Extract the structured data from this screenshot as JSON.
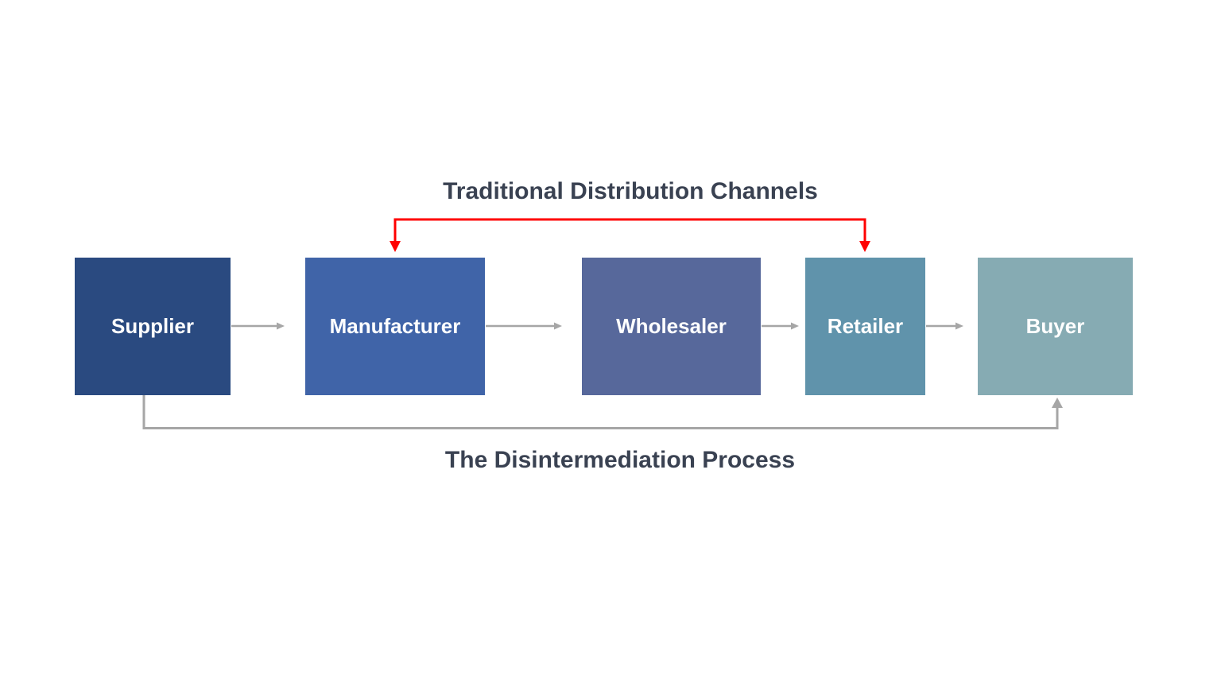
{
  "titles": {
    "traditional": "Traditional Distribution Channels",
    "disintermediation": "The Disintermediation Process"
  },
  "nodes": [
    {
      "id": "supplier",
      "label": "Supplier",
      "fill": "#2A4A80"
    },
    {
      "id": "manufacturer",
      "label": "Manufacturer",
      "fill": "#4064A8"
    },
    {
      "id": "wholesaler",
      "label": "Wholesaler",
      "fill": "#57689B"
    },
    {
      "id": "retailer",
      "label": "Retailer",
      "fill": "#6093AB"
    },
    {
      "id": "buyer",
      "label": "Buyer",
      "fill": "#86ABB3"
    }
  ],
  "colors": {
    "background": "#FFFFFF",
    "title_text": "#3A4252",
    "node_text": "#FFFFFF",
    "traditional_bracket": "#FF0000",
    "flow_connector": "#A6A6A6"
  }
}
